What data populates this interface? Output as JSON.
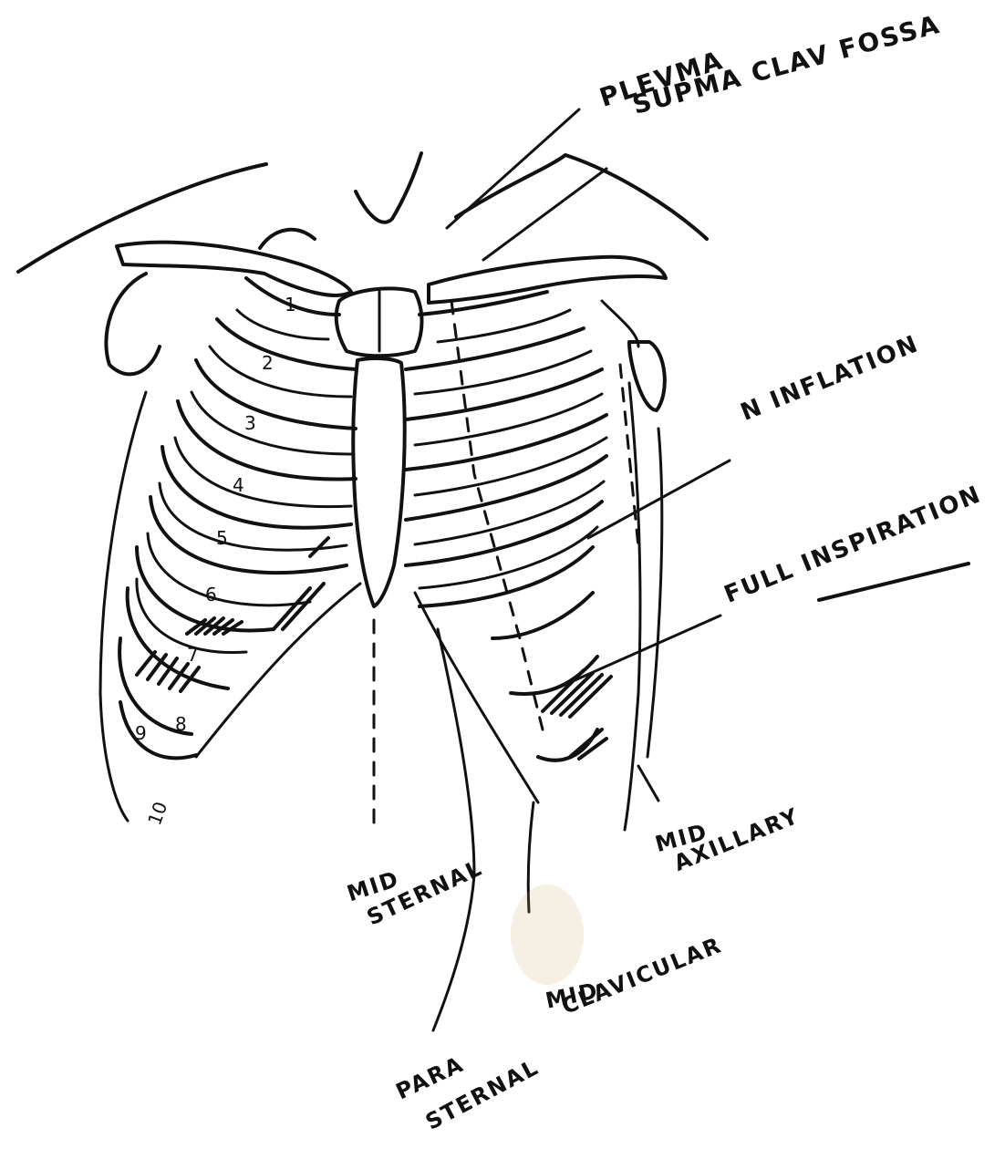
{
  "labels": {
    "pleura": "PLEVMA",
    "supraclav": "SUPMA CLAV FOSSA",
    "inflation": "N INFLATION",
    "full_insp": "FULL INSPIRATION",
    "mid_sternal_1": "MID",
    "mid_sternal_2": "STERNAL",
    "mid_axillary_1": "MID",
    "mid_axillary_2": "AXILLARY",
    "mid_clav_1": "MID",
    "mid_clav_2": "CLAVICULAR",
    "para_1": "PARA",
    "para_2": "STERNAL"
  },
  "ribs": [
    "1",
    "2",
    "3",
    "4",
    "5",
    "6",
    "7",
    "8",
    "9",
    "10"
  ],
  "colors": {
    "ink": "#111111",
    "paper": "#ffffff",
    "stain": "#c9a46a"
  }
}
